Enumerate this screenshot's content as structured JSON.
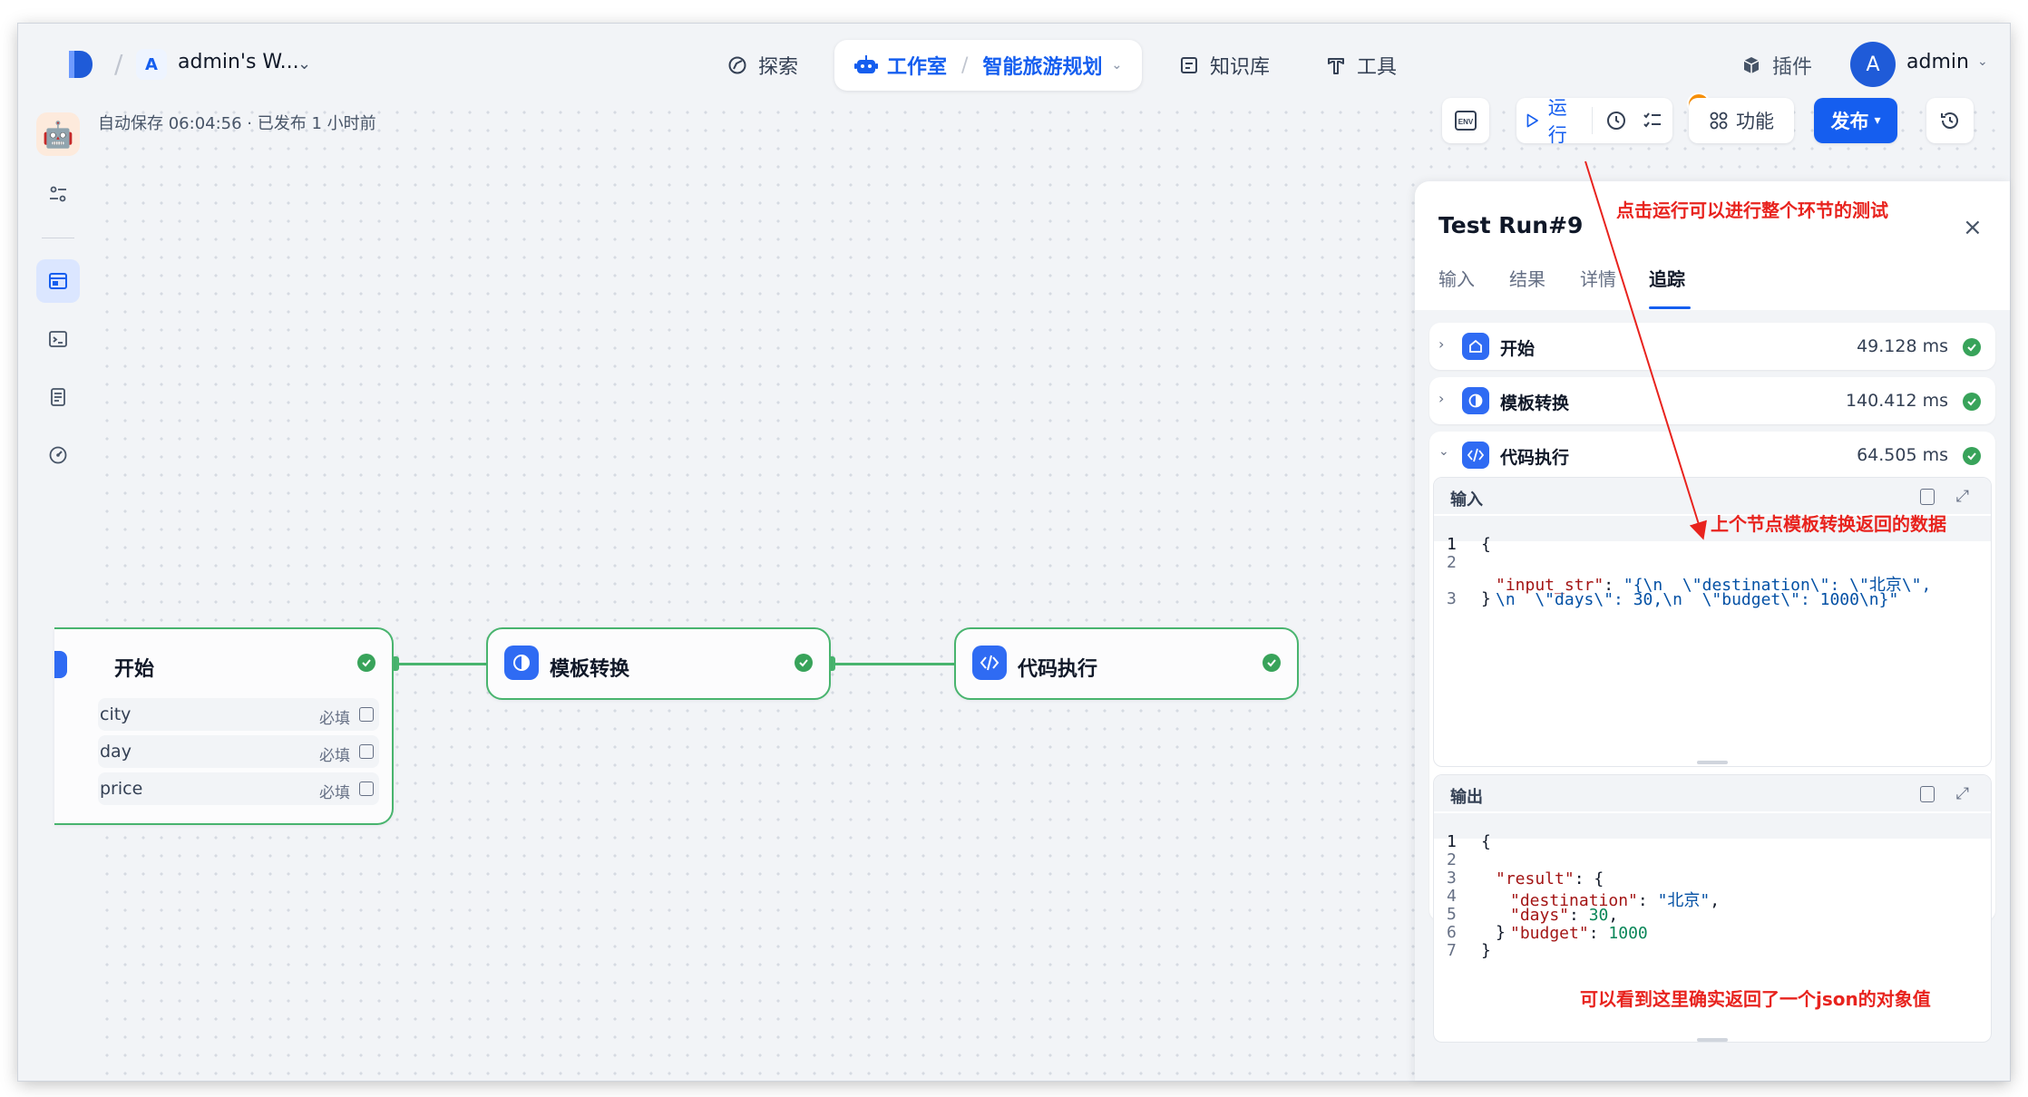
{
  "header": {
    "workspace_badge": "A",
    "workspace_name": "admin's W...",
    "nav": {
      "explore": "探索",
      "studio": "工作室",
      "app_name": "智能旅游规划",
      "knowledge": "知识库",
      "tools": "工具"
    },
    "plugins": "插件",
    "user_initial": "A",
    "user_name": "admin"
  },
  "canvas": {
    "autosave": "自动保存 06:04:56 · 已发布 1 小时前"
  },
  "toolbar": {
    "env_label": "ENV",
    "run_label": "运行",
    "badge_count": "1",
    "feature_label": "功能",
    "publish_label": "发布"
  },
  "nodes": {
    "start": {
      "title": "开始",
      "variables": [
        {
          "name": "city",
          "required": "必填"
        },
        {
          "name": "day",
          "required": "必填"
        },
        {
          "name": "price",
          "required": "必填"
        }
      ]
    },
    "template": {
      "title": "模板转换"
    },
    "code": {
      "title": "代码执行"
    }
  },
  "panel": {
    "title": "Test Run#9",
    "tabs": [
      "输入",
      "结果",
      "详情",
      "追踪"
    ],
    "active_tab": "追踪",
    "traces": [
      {
        "name": "开始",
        "time": "49.128 ms",
        "status": "success"
      },
      {
        "name": "模板转换",
        "time": "140.412 ms",
        "status": "success"
      },
      {
        "name": "代码执行",
        "time": "64.505 ms",
        "status": "success"
      }
    ],
    "input_box": {
      "label": "输入",
      "lines": [
        {
          "no": "1",
          "text": "{"
        },
        {
          "no": "2",
          "key": "\"input_str\"",
          "value": "\"{\\n  \\\"destination\\\": \\\"北京\\\","
        },
        {
          "no": "",
          "value": "\\n  \\\"days\\\": 30,\\n  \\\"budget\\\": 1000\\n}\""
        },
        {
          "no": "3",
          "text": "}"
        }
      ]
    },
    "output_box": {
      "label": "输出",
      "lines": [
        {
          "no": "1",
          "text": "{"
        },
        {
          "no": "2",
          "key": "\"result\"",
          "text": ": {"
        },
        {
          "no": "3",
          "key": "\"destination\"",
          "value": "\"北京\"",
          "suffix": ","
        },
        {
          "no": "4",
          "key": "\"days\"",
          "value": "30",
          "suffix": ","
        },
        {
          "no": "5",
          "key": "\"budget\"",
          "value": "1000",
          "suffix": ""
        },
        {
          "no": "6",
          "text": "}"
        },
        {
          "no": "7",
          "text": "}"
        }
      ]
    }
  },
  "annotations": {
    "run_hint": "点击运行可以进行整个环节的测试",
    "input_hint": "上个节点模板转换返回的数据",
    "output_hint": "可以看到这里确实返回了一个json的对象值"
  },
  "colors": {
    "accent": "#155eef",
    "success": "#38a35a",
    "edge": "#48b46e",
    "annotation": "#e8231e",
    "badge": "#f79009"
  }
}
